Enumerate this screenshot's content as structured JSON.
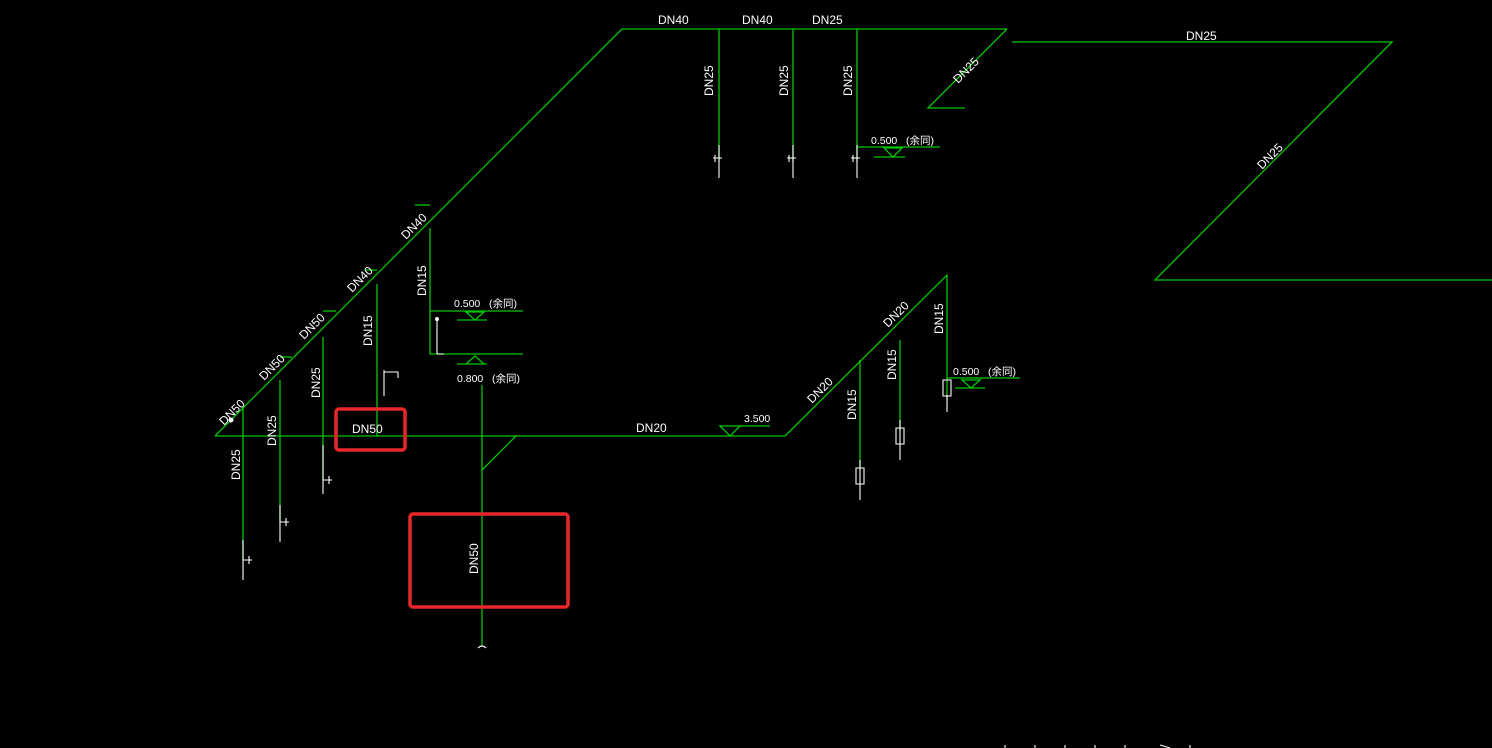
{
  "colors": {
    "background": "#000000",
    "pipe": "#00c800",
    "text": "#ffffff",
    "highlight": "#e8272a"
  },
  "labels": {
    "top_dn40_a": "DN40",
    "top_dn40_b": "DN40",
    "top_dn25": "DN25",
    "top_right_dn25": "DN25",
    "diag_short_dn25": "DN25",
    "right_diag_dn25": "DN25",
    "riser1_dn25": "DN25",
    "riser2_dn25": "DN25",
    "riser3_dn25": "DN25",
    "diag_dn40_upper": "DN40",
    "diag_dn40_lower": "DN40",
    "diag_dn50_a": "DN50",
    "diag_dn50_b": "DN50",
    "diag_dn50_c": "DN50",
    "left_dn25_a": "DN25",
    "left_dn25_b": "DN25",
    "left_dn25_c": "DN25",
    "mid_dn15_a": "DN15",
    "mid_dn15_b": "DN15",
    "main_dn50_boxed": "DN50",
    "main_dn20": "DN20",
    "right_diag_dn20_a": "DN20",
    "right_diag_dn20_b": "DN20",
    "right_dn15_a": "DN15",
    "right_dn15_b": "DN15",
    "right_dn15_c": "DN15",
    "vertical_dn50_boxed": "DN50"
  },
  "elevations": {
    "top_right": {
      "value": "0.500",
      "note": "(余同)"
    },
    "mid_upper": {
      "value": "0.500",
      "note": "(余同)"
    },
    "mid_lower": {
      "value": "0.800",
      "note": "(余同)"
    },
    "main_line": {
      "value": "3.500"
    },
    "right": {
      "value": "0.500",
      "note": "(余同)"
    }
  }
}
